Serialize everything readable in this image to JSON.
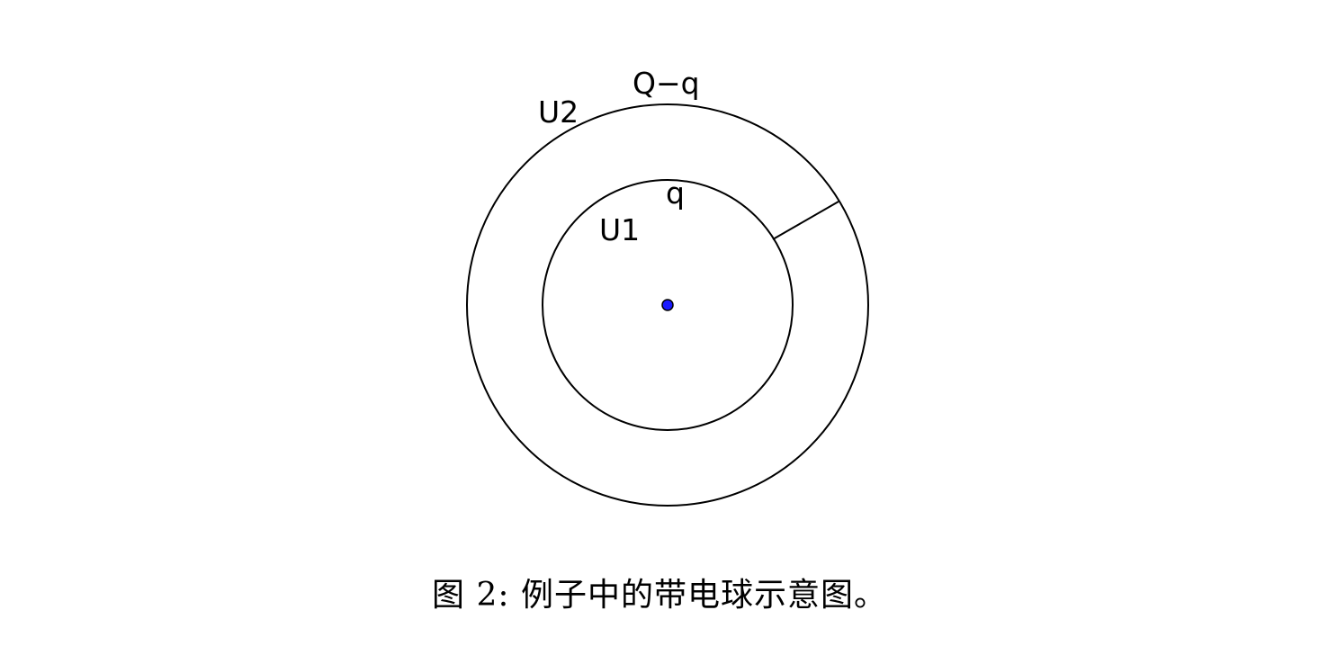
{
  "diagram": {
    "labels": {
      "outer_charge": "Q−q",
      "outer_potential": "U2",
      "inner_charge": "q",
      "inner_potential": "U1"
    },
    "colors": {
      "stroke": "#000000",
      "center_dot": "#1a1aff"
    }
  },
  "caption": {
    "text": "图 2: 例子中的带电球示意图。"
  }
}
